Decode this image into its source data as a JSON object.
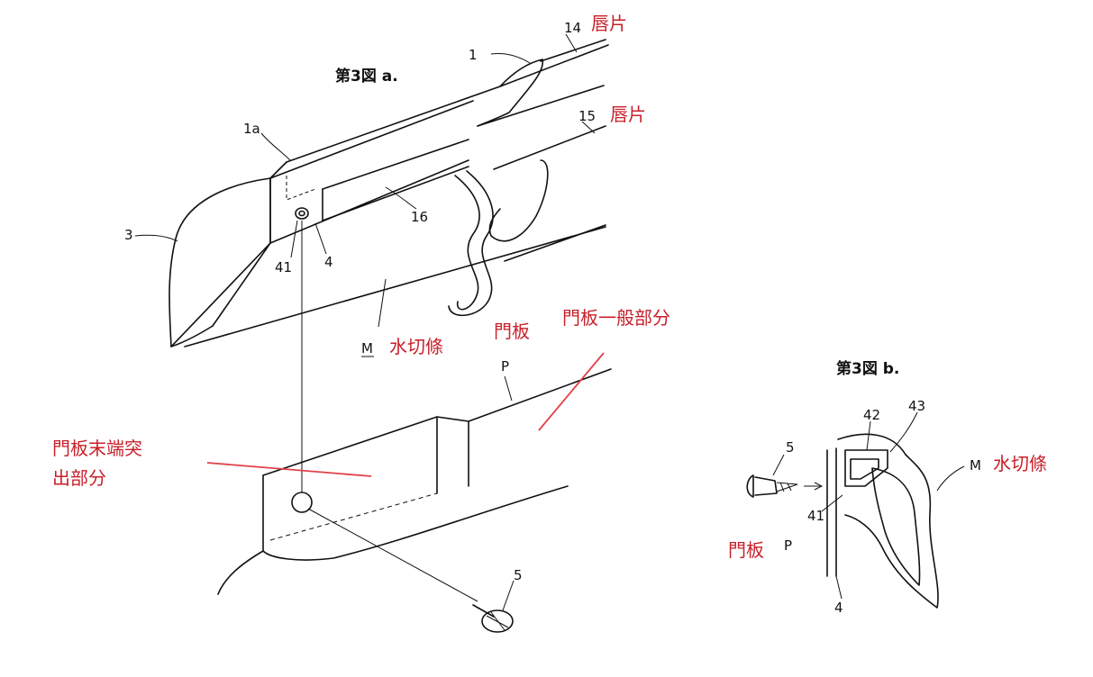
{
  "figure_a": {
    "title": "第3図 a.",
    "numerals": {
      "n14": "14",
      "n1": "1",
      "n15": "15",
      "n1a": "1a",
      "n3": "3",
      "n16": "16",
      "n41": "41",
      "n4": "4",
      "nM": "M",
      "nP": "P",
      "n5": "5"
    },
    "annotations": {
      "lip_upper": "唇片",
      "lip_lower": "唇片",
      "drip_molding": "水切條",
      "door_panel": "門板",
      "door_panel_general": "門板一般部分",
      "door_end_line1": "門板末端突",
      "door_end_line2": "出部分"
    }
  },
  "figure_b": {
    "title": "第3図 b.",
    "numerals": {
      "n5": "5",
      "n42": "42",
      "n43": "43",
      "nM": "M",
      "n41": "41",
      "nP": "P",
      "n4": "4"
    },
    "annotations": {
      "drip_molding": "水切條",
      "door_panel": "門板"
    }
  },
  "colors": {
    "line": "#111111",
    "annotation": "#c8202a",
    "annotation_line": "#e0414b"
  }
}
